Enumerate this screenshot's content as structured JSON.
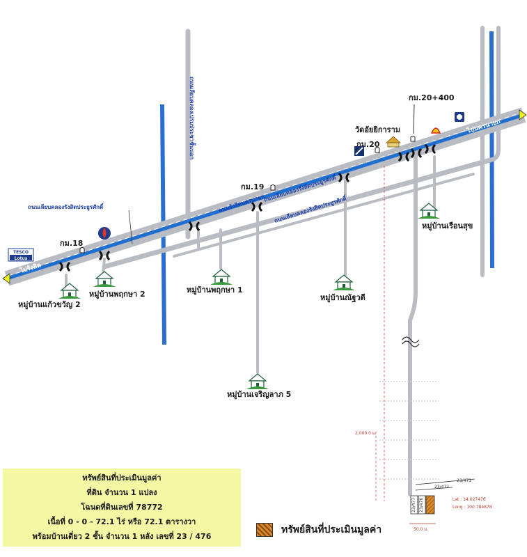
{
  "roads": {
    "main_road": "ถนนรังสิตนครนายก",
    "main_road_overlay": "ถนนเลียบคลองรังสิตประยูรศักดิ์",
    "frontage_left": "ถนนเลียบคลองรังสิตประยูรศักดิ์",
    "frontage_right": "ถนนเลียบคลองรังสิตประยูรศักดิ์",
    "vertical_road": "ถนนเลียบคลองเปรมประชาชั้นนอก"
  },
  "directions": {
    "left": "ไปรังสิต",
    "right": "ไปนครนายก"
  },
  "markers": {
    "km18": "กม.18",
    "km19": "กม.19",
    "km20": "กม.20",
    "km20_400": "กม.20+400"
  },
  "landmarks": {
    "temple": "วัดอัยยิการาม",
    "tesco_top": "TESCO",
    "tesco_bottom": "Lotus"
  },
  "villages": {
    "v1": "หมู่บ้านแก้วขวัญ 2",
    "v2": "หมู่บ้านพฤกษา 2",
    "v3": "หมู่บ้านพฤกษา 1",
    "v4": "หมู่บ้านเจริญลาภ 5",
    "v5": "หมู่บ้านณัฐวดี",
    "v6": "หมู่บ้านเรือนสุข"
  },
  "detail": {
    "distance": "2,000.0 ม.",
    "lot_a": "23/471",
    "lot_b": "23/472",
    "lot_c": "23/476",
    "lot_d": "23/477",
    "lat": "Lat : 14.027476",
    "lng": "Long : 100.784878",
    "width_label": "50.0 ม."
  },
  "legend": {
    "line1": "ทรัพย์สินที่ประเมินมูลค่า",
    "line2": "ที่ดิน  จำนวน  1  แปลง",
    "line3": "โฉนดที่ดินเลขที่  78772",
    "line4": "เนื้อที่ 0 - 0 - 72.1  ไร่  หรือ  72.1  ตารางวา",
    "line5": "พร้อมบ้านเดี่ยว  2  ชั้น  จำนวน  1  หลัง  เลขที่  23 / 476",
    "key_label": "ทรัพย์สินที่ประเมินมูลค่า"
  },
  "colors": {
    "road_blue": "#1f6fd1",
    "road_gray": "#b9bcc2",
    "canal_blue": "#2a6fcf",
    "legend_bg": "#f4f7a4",
    "property": "#d98a2c"
  }
}
